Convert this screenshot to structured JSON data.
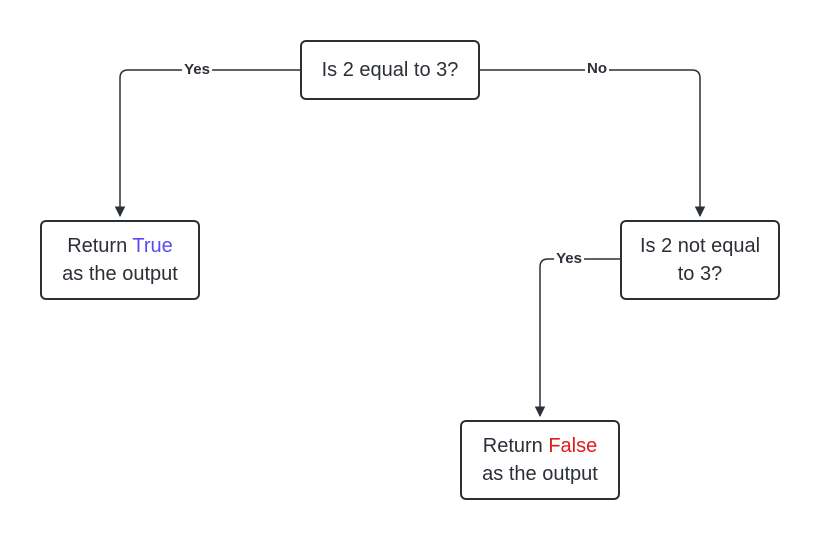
{
  "nodes": {
    "decision_equal": {
      "text": "Is 2 equal to 3?"
    },
    "return_true": {
      "prefix": "Return ",
      "value": "True",
      "suffix": "as the output"
    },
    "decision_not_equal": {
      "line1": "Is 2 not equal",
      "line2": "to 3?"
    },
    "return_false": {
      "prefix": "Return ",
      "value": "False",
      "suffix": "as the output"
    }
  },
  "edges": {
    "equal_yes": "Yes",
    "equal_no": "No",
    "not_equal_yes": "Yes"
  },
  "colors": {
    "stroke": "#2b2f36",
    "true_value": "#5b4cf2",
    "false_value": "#e01b1b"
  }
}
